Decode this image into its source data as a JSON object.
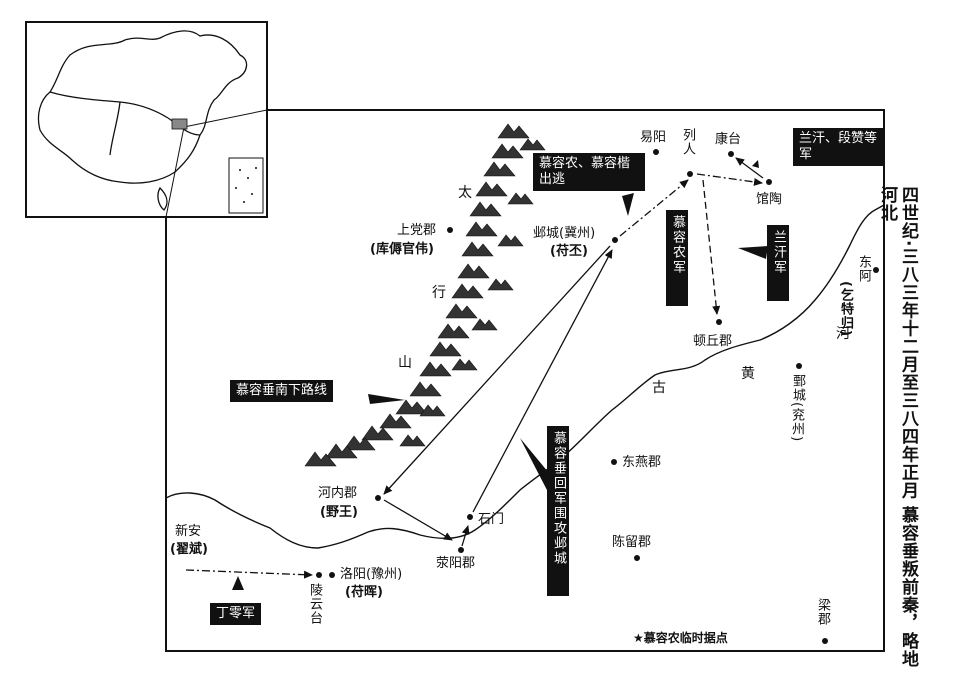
{
  "title": {
    "line1": "四世纪·三八三年十二月至三八四年正月",
    "line2": "慕容垂叛前秦，略地河北"
  },
  "places": {
    "yiyang": "易阳",
    "lieren": "列人",
    "kangtai": "康台",
    "guantao": "馆陶",
    "shangdang": "上党郡",
    "shangdang_holder": "(库傉官伟)",
    "yecheng": "邺城(冀州)",
    "yecheng_holder": "(苻丕)",
    "dunqiu": "顿丘郡",
    "donge": "东阿",
    "donge_holder": "(乞特归)",
    "juancheng": "鄄城",
    "juancheng_note": "(兖州)",
    "dongyan": "东燕郡",
    "chenliu": "陈留郡",
    "liang": "梁郡",
    "henei": "河内郡",
    "henei_holder": "(野王)",
    "shimen": "石门",
    "xingyang": "荥阳郡",
    "luoyang": "洛阳(豫州)",
    "luoyang_holder": "(苻晖)",
    "lingyuntai": "陵云台",
    "xinan": "新安",
    "xinan_holder": "(翟斌)"
  },
  "terrain": {
    "taihang_1": "太",
    "taihang_2": "行",
    "taihang_3": "山",
    "river_he": "河",
    "river_huang": "黄",
    "river_gu": "古"
  },
  "callouts": {
    "lanhan_duanzan": "兰汗、段赞等军",
    "murong_nong_escape": "慕容农、慕容楷出逃",
    "murong_nong_army": "慕容农军",
    "lanhan_army": "兰汗军",
    "south_route": "慕容垂南下路线",
    "siege": "慕容垂回军围攻邺城",
    "dingling_army": "丁零军"
  },
  "legend": {
    "text": "★慕容农临时据点"
  },
  "colors": {
    "ink": "#111111",
    "paper": "#ffffff"
  }
}
